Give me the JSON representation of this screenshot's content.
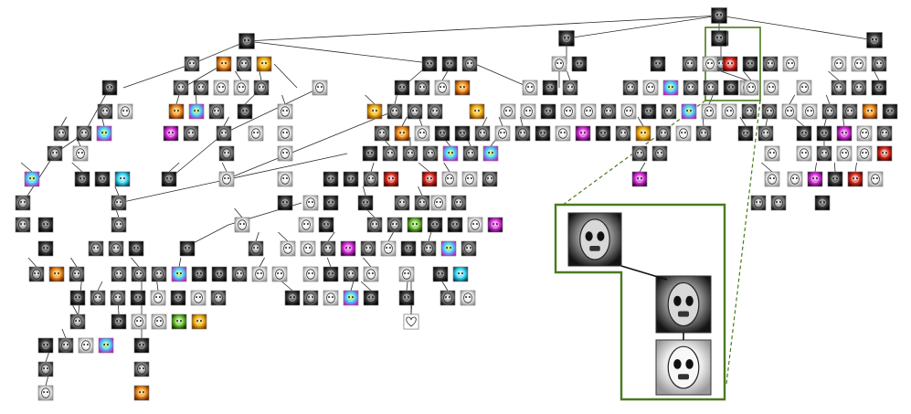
{
  "colors": {
    "background": "#ffffff",
    "edge": "#2a2a2a",
    "highlight": "#4a7a1e",
    "dark": "#1c1c1c",
    "light": "#f2f2f2"
  },
  "icons": [
    "face-thumbnail-icon",
    "pattern-thumbnail-icon",
    "heart-icon"
  ],
  "zoom_inset": {
    "levels": [
      "skull-face",
      "skull-face-mouth",
      "white-mask-face"
    ]
  }
}
